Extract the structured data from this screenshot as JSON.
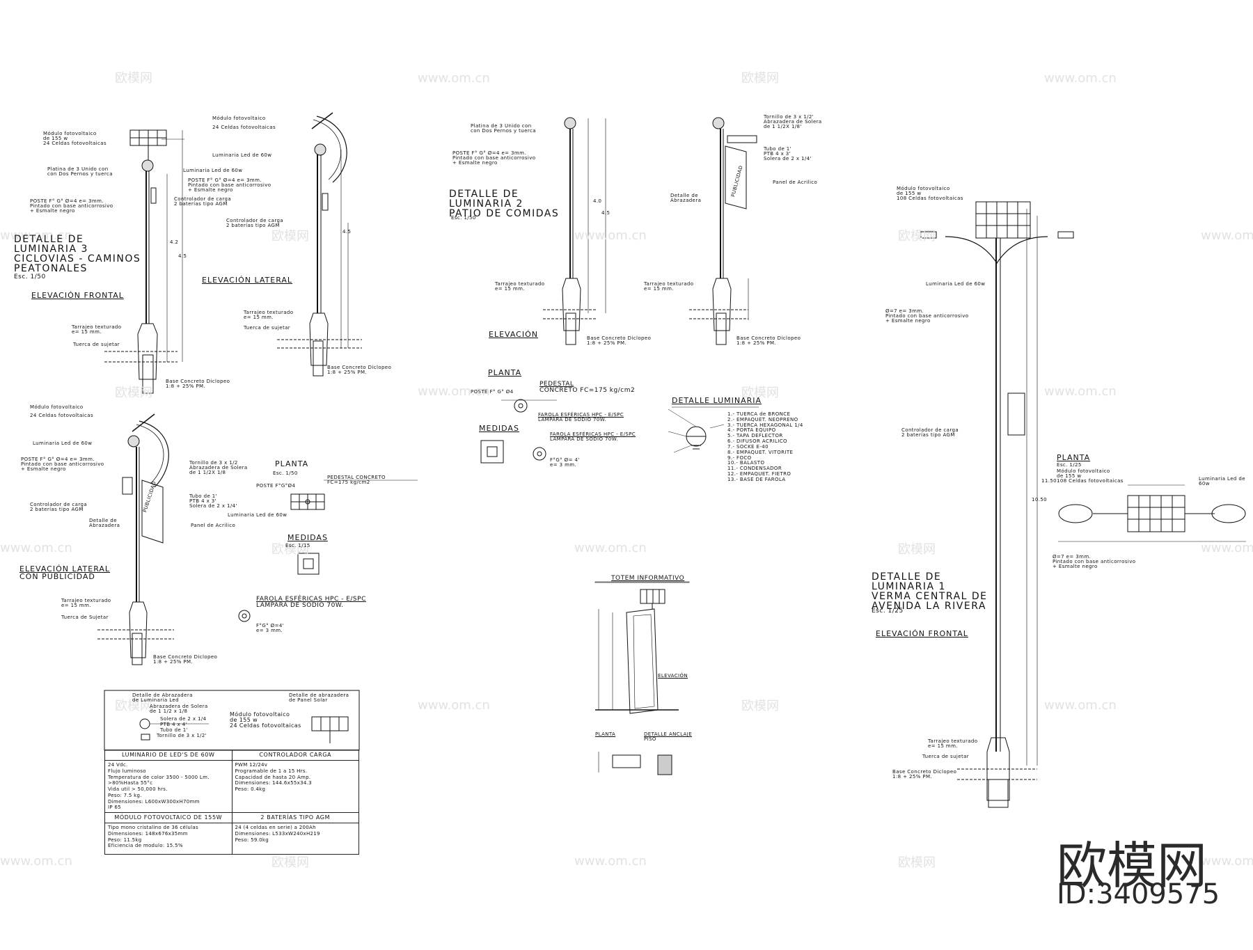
{
  "watermarks": {
    "brand": "欧模网",
    "site": "www.om.cn",
    "big_brand": "欧模网",
    "id": "ID:3409575"
  },
  "lum3": {
    "title": [
      "DETALLE DE",
      "LUMINARIA 3",
      "CICLOVIAS - CAMINOS",
      "PEATONALES"
    ],
    "scale": "Esc. 1/50",
    "front_label": "ELEVACIÓN FRONTAL",
    "side_label": "ELEVACIÓN LATERAL",
    "front_notes": {
      "module": [
        "Módulo fotovoltaico",
        "de 155 w",
        "24 Celdas fotovoltaicas"
      ],
      "platina": [
        "Platina de 3 Unido con",
        "con Dos Pernos y tuerca"
      ],
      "lum": "Luminaria Led de 60w",
      "poste": [
        "POSTE F° G° Ø=4 e= 3mm.",
        "Pintado con base anticorrosivo",
        "+ Esmalte negro"
      ],
      "ctrl": [
        "Controlador de carga",
        "2 baterías tipo AGM"
      ],
      "tarraj": [
        "Tarrajeo texturado",
        "e= 15 mm."
      ],
      "tuerca": "Tuerca de sujetar",
      "base": [
        "Base Concreto Diclopeo",
        "1:8 + 25% PM."
      ]
    },
    "side_notes": {
      "module": [
        "Módulo fotovoltaico",
        "24 Celdas fotovoltaicas"
      ],
      "lum": "Luminaria Led de 60w",
      "poste": [
        "POSTE F° G° Ø=4 e= 3mm.",
        "Pintado con base anticorrosivo",
        "+ Esmalte negro"
      ],
      "ctrl": [
        "Controlador de carga",
        "2 baterías tipo AGM"
      ],
      "tarraj": [
        "Tarrajeo texturado",
        "e= 15 mm."
      ],
      "tuerca": "Tuerca de sujetar",
      "base": [
        "Base Concreto Diclopeo",
        "1:8 + 25% PM."
      ]
    },
    "dims": {
      "h1": "4.2",
      "h2": "4.5",
      "h3": "4.5"
    }
  },
  "pub": {
    "title": [
      "ELEVACIÓN LATERAL",
      "CON PUBLICIDAD"
    ],
    "module": [
      "Módulo fotovoltaico",
      "24 Celdas fotovoltaicas"
    ],
    "lum": "Luminaria Led de 60w",
    "poste": [
      "POSTE F° G° Ø=4 e= 3mm.",
      "Pintado con base anticorrosivo",
      "+ Esmalte negro"
    ],
    "ctrl": [
      "Controlador de carga",
      "2 baterías tipo AGM"
    ],
    "abraz": [
      "Detalle de",
      "Abrazadera"
    ],
    "tornillo": [
      "Tornillo de 3 x 1/2",
      "Abrazadera de Solera",
      "de 1 1/2X 1/8"
    ],
    "tubo": [
      "Tubo de 1'",
      "PTB 4 x 3'",
      "Solera de 2 x 1/4'"
    ],
    "panel": "Panel de Acrilico",
    "pub_text": "PUBLICIDAD",
    "tarraj": [
      "Tarrajeo texturado",
      "e= 15 mm."
    ],
    "tuerca": "Tuerca de Sujetar",
    "base": [
      "Base Concreto Diclopeo",
      "1:8 + 25% PM."
    ]
  },
  "planta3": {
    "title": "PLANTA",
    "scale": "Esc. 1/50",
    "poste": "POSTE F°G°Ø4",
    "pedestal": [
      "PEDESTAL CONCRETO",
      "FC=175 kg/cm2"
    ],
    "lum": "Luminaria Led de 60w",
    "medidas": "MEDIDAS",
    "medidas_scale": "Esc. 1/15",
    "farola": [
      "FAROLA ESFÉRICAS HPC - E/SPC",
      "LAMPARA DE SODIO 70W."
    ],
    "tubo": [
      "F°G° Ø=4'",
      "e= 3 mm."
    ]
  },
  "lum2": {
    "title": [
      "DETALLE DE",
      "LUMINARIA 2",
      "PATIO DE COMIDAS"
    ],
    "scale": "Esc. 1/50",
    "elev_label": "ELEVACIÓN",
    "platina": [
      "Platina de 3 Unido con",
      "con Dos Pernos y tuerca"
    ],
    "poste": [
      "POSTE F° G° Ø=4 e= 3mm.",
      "Pintado con base anticorrosivo",
      "+ Esmalte negro"
    ],
    "tarraj": [
      "Tarrajeo texturado",
      "e= 15 mm."
    ],
    "base": [
      "Base Concreto Diclopeo",
      "1:8 + 25% PM."
    ],
    "dims": {
      "h1": "4.0",
      "h2": "4.5"
    },
    "planta": "PLANTA",
    "poste_pl": "POSTE F° G° Ø4",
    "pedestal": [
      "PEDESTAL",
      "CONCRETO FC=175 kg/cm2"
    ],
    "farola": [
      "FAROLA ESFÉRICAS HPC - E/SPC",
      "LAMPARA DE SODIO 70W."
    ],
    "medidas": "MEDIDAS",
    "farola2": [
      "FAROLA ESFÉRICAS HPC - E/SPC",
      "LAMPARA DE SODIO 70W."
    ],
    "tubo": [
      "F°G° Ø= 4'",
      "e= 3 mm."
    ]
  },
  "lum2b": {
    "tornillo": [
      "Tornillo de 3 x 1/2'",
      "Abrazadera de Solera",
      "de 1 1/2X 1/8'"
    ],
    "tubo": [
      "Tubo de 1'",
      "PTB 4 x 3'",
      "Solera de 2 x 1/4'"
    ],
    "panel": "Panel de Acrilico",
    "abraz": [
      "Detalle de",
      "Abrazadera"
    ],
    "pub_text": "PUBLICIDAD",
    "tarraj": [
      "Tarrajeo texturado",
      "e= 15 mm."
    ],
    "base": [
      "Base Concreto Diclopeo",
      "1:8 + 25% PM."
    ]
  },
  "detalle_lum": {
    "title": "DETALLE LUMINARIA",
    "items": [
      "1.- TUERCA de BRONCE",
      "2.- EMPAQUET. NEOPRENO",
      "3.- TUERCA HEXAGONAL 1/4",
      "4.- PORTA EQUIPO",
      "5.- TAPA DEFLECTOR",
      "6.- DIFUSOR ACRILICO",
      "7.- SOCKE E-40",
      "8.- EMPAQUET. VITORITE",
      "9.- FOCO",
      "10.- BALASTO",
      "11.- CONDENSADOR",
      "12.- EMPAQUET. FIETRO",
      "13.- BASE DE FAROLA"
    ]
  },
  "totem": {
    "title": "TOTEM INFORMATIVO",
    "elev": "ELEVACIÓN",
    "planta": "PLANTA",
    "anclaje": [
      "DETALLE ANCLAJE",
      "PISO"
    ]
  },
  "lum1": {
    "title": [
      "DETALLE DE",
      "LUMINARIA 1",
      "VERMA CENTRAL DE",
      "AVENIDA LA RIVERA"
    ],
    "scale": "Esc. 1/25",
    "elev_label": "ELEVACIÓN FRONTAL",
    "module": [
      "Módulo fotovoltaico",
      "de 155 w",
      "108 Celdas fotovoltaicas"
    ],
    "lum": "Luminaria Led de 60w",
    "poste": [
      "Ø=7 e= 3mm.",
      "Pintado con base anticorrosivo",
      "+ Esmalte negro"
    ],
    "ctrl": [
      "Controlador de carga",
      "2 baterías tipo AGM"
    ],
    "tarraj": [
      "Tarrajeo texturado",
      "e= 15 mm."
    ],
    "tuerca": "Tuerca de sujetar",
    "base": [
      "Base Concreto Diclopeo",
      "1:8 + 25% PM."
    ],
    "dims": {
      "h1": "10.50",
      "h2": "11.50"
    },
    "planta": "PLANTA",
    "planta_scale": "Esc. 1/25",
    "planta_module": [
      "Módulo fotovoltaico",
      "de 155 w",
      "108 Celdas fotovoltaicas"
    ],
    "planta_lum": [
      "Luminaria Led de",
      "60w"
    ],
    "planta_poste": [
      "Ø=7 e= 3mm.",
      "Pintado con base anticorrosivo",
      "+ Esmalte negro"
    ]
  },
  "spec": {
    "box_labels": {
      "abraz": [
        "Detalle de Abrazadera",
        "de Luminaria Led"
      ],
      "solera": [
        "Abrazadera de Solera",
        "de 1 1/2 x 1/8"
      ],
      "solera2": "Solera de 2 x 1/4",
      "ptb": "PTB 4 x 4'",
      "tubo": "Tubo de 1'",
      "tornillo": "Tornillo de 3 x 1/2'",
      "panel_det": [
        "Detalle de abrazadera",
        "de Panel Solar"
      ],
      "module": [
        "Módulo fotovoltaico",
        "de 155 w",
        "24 Celdas fotovoltaicas"
      ]
    },
    "headers": [
      "LUMINARIO DE LED'S DE 60W",
      "CONTROLADOR CARGA"
    ],
    "lum_spec": [
      "24 Vdc.",
      "Flujo luminoso",
      "Temperatura de color 3500 - 5000 Lm.",
      ">80%Hasta 55°c",
      "Vida util > 50,000 hrs.",
      "Peso: 7.5 kg.",
      "Dimensiones: L600xW300xH70mm",
      "IP 65"
    ],
    "ctrl_spec": [
      "PWM 12/24v",
      "Programable de 1 a 15 Hrs.",
      "Capacidad de hasta 20 Amp.",
      "Dimensiones: 144.6x55x34.3",
      "Peso: 0.4kg"
    ],
    "headers2": [
      "MÓDULO FOTOVOLTAICO DE 155W",
      "2 BATERÍAS TIPO AGM"
    ],
    "mod_spec": [
      "Tipo mono cristalino de 36 células",
      "Dimensiones: 148x676x35mm",
      "Peso: 11.5kg",
      "Eficiencia de modulo: 15.5%"
    ],
    "bat_spec": [
      "24 (4 celdas en serie) a 200Ah",
      "Dimensiones: L533xW240xH219",
      "Peso: 59.0kg"
    ]
  }
}
